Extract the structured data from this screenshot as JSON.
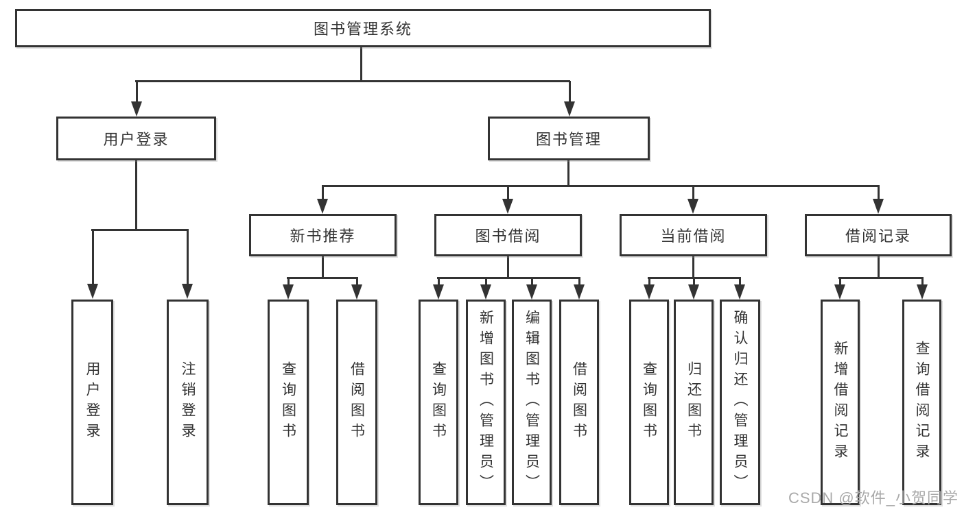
{
  "colors": {
    "line": "#333333",
    "text": "#333333",
    "background": "#ffffff",
    "watermark": "#a9a9a9"
  },
  "watermark": {
    "text": "CSDN @软件_小贺同学"
  },
  "diagram": {
    "root": {
      "label": "图书管理系统"
    },
    "branches": [
      {
        "label": "用户登录",
        "children": [
          {
            "label": "用户登录"
          },
          {
            "label": "注销登录"
          }
        ]
      },
      {
        "label": "图书管理",
        "children": [
          {
            "label": "新书推荐",
            "children": [
              {
                "label": "查询图书"
              },
              {
                "label": "借阅图书"
              }
            ]
          },
          {
            "label": "图书借阅",
            "children": [
              {
                "label": "查询图书"
              },
              {
                "label": "新增图书（管理员）"
              },
              {
                "label": "编辑图书（管理员）"
              },
              {
                "label": "借阅图书"
              }
            ]
          },
          {
            "label": "当前借阅",
            "children": [
              {
                "label": "查询图书"
              },
              {
                "label": "归还图书"
              },
              {
                "label": "确认归还（管理员）"
              }
            ]
          },
          {
            "label": "借阅记录",
            "children": [
              {
                "label": "新增借阅记录"
              },
              {
                "label": "查询借阅记录"
              }
            ]
          }
        ]
      }
    ]
  }
}
